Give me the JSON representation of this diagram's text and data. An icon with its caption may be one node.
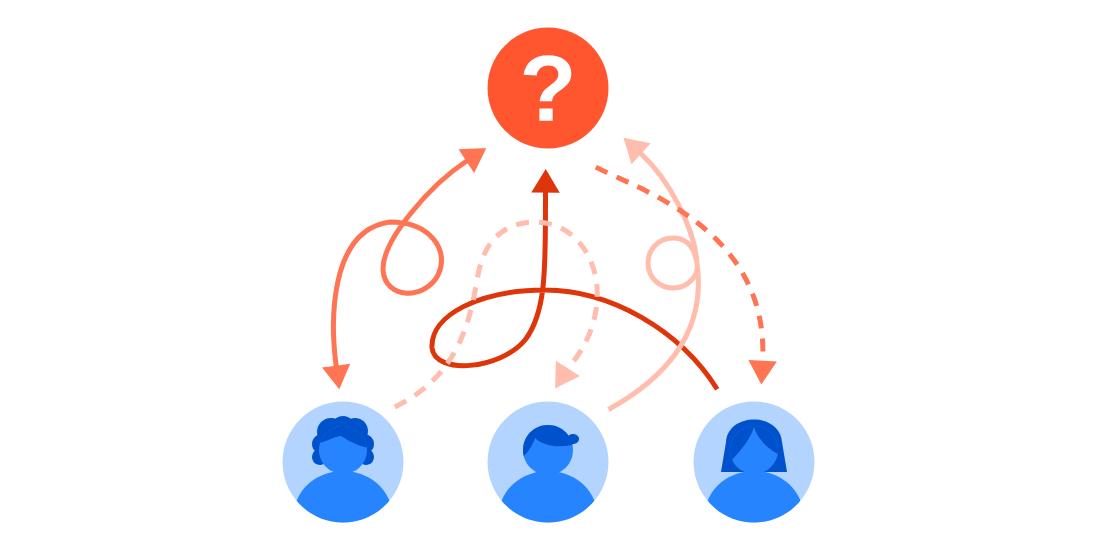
{
  "diagram": {
    "nodes": [
      {
        "text": [
          "?"
        ]
      },
      {
        "text": [],
        "shape": "person"
      },
      {
        "text": [],
        "shape": "person"
      },
      {
        "text": [],
        "shape": "person"
      }
    ],
    "edges": [
      {
        "from": 1,
        "to": 0,
        "arrow": "both",
        "color": "#ff7452"
      },
      {
        "from": 3,
        "to": 0,
        "arrow": "to",
        "color": "#de350b"
      },
      {
        "from": 1,
        "to": 2,
        "arrow": "to",
        "style": "dashed",
        "color": "#ffbdad"
      },
      {
        "from": 2,
        "to": 0,
        "arrow": "to",
        "color": "#ffbdad"
      },
      {
        "from": 0,
        "to": 3,
        "arrow": "to",
        "style": "dashed",
        "color": "#ff7452"
      }
    ]
  }
}
